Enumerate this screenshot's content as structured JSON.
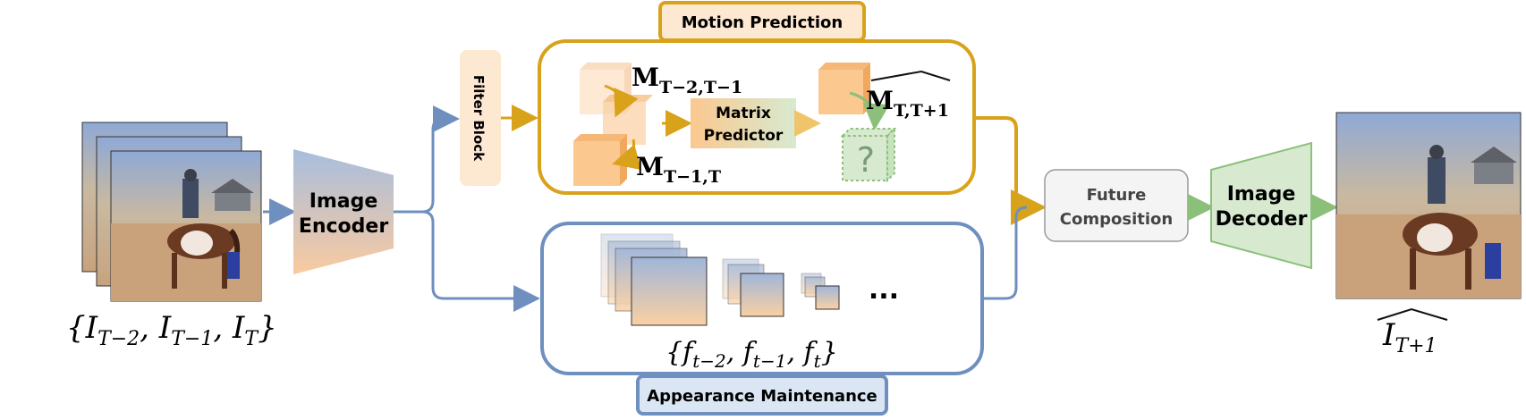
{
  "input": {
    "math_base": "{I",
    "sub1": "T−2",
    "sep1": ", I",
    "sub2": "T−1",
    "sep2": ", I",
    "sub3": "T",
    "close": "}"
  },
  "encoder": {
    "line1": "Image",
    "line2": "Encoder"
  },
  "filter_block": {
    "label": "Filter Block"
  },
  "motion": {
    "title": "Motion Prediction",
    "m1_base": "M",
    "m1_sub": "T−2,T−1",
    "m2_base": "M",
    "m2_sub": "T−1,T",
    "m3_base": "M",
    "m3_sub": "T,T+1",
    "predictor_line1": "Matrix",
    "predictor_line2": "Predictor",
    "unknown": "?"
  },
  "appearance": {
    "title": "Appearance Maintenance",
    "ellipsis": "...",
    "feat_open": "{f",
    "fsub1": "t−2",
    "fsep1": ", f",
    "fsub2": "t−1",
    "fsep2": ", f",
    "fsub3": "t",
    "feat_close": "}"
  },
  "composition": {
    "line1": "Future",
    "line2": "Composition"
  },
  "decoder": {
    "line1": "Image",
    "line2": "Decoder"
  },
  "output": {
    "base": "I",
    "sub": "T+1"
  },
  "colors": {
    "motion": "#d9a21b",
    "appearance": "#6f8fbf",
    "decoder": "#8cc07a",
    "predictor_fill": "#fcd7a8",
    "predictor_fill2": "#d7ead0"
  }
}
